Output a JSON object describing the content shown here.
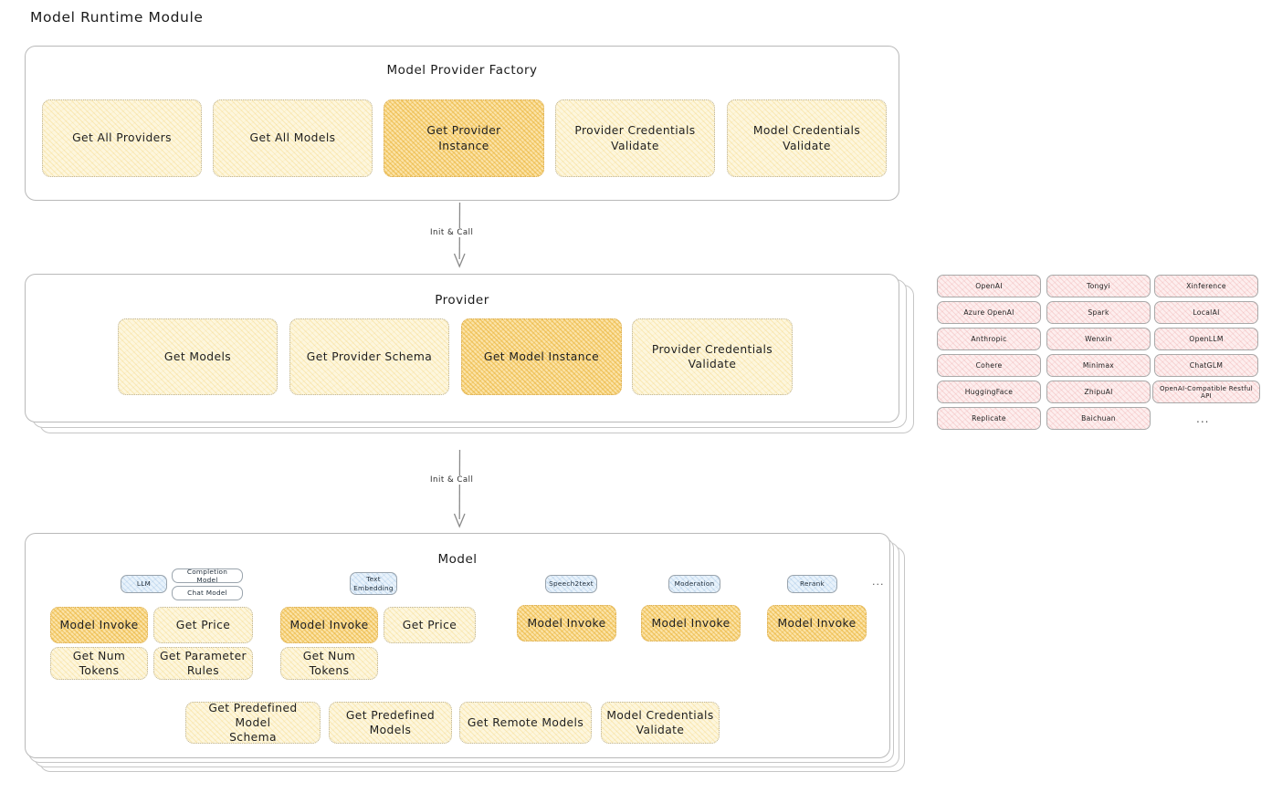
{
  "page": {
    "title": "Model Runtime Module"
  },
  "factory": {
    "title": "Model Provider Factory",
    "boxes": [
      {
        "label": "Get All Providers",
        "highlight": false
      },
      {
        "label": "Get All Models",
        "highlight": false
      },
      {
        "label": "Get Provider\nInstance",
        "highlight": true
      },
      {
        "label": "Provider Credentials\nValidate",
        "highlight": false
      },
      {
        "label": "Model Credentials\nValidate",
        "highlight": false
      }
    ]
  },
  "arrow1": {
    "label": "Init & Call"
  },
  "provider": {
    "title": "Provider",
    "boxes": [
      {
        "label": "Get Models",
        "highlight": false
      },
      {
        "label": "Get Provider Schema",
        "highlight": false
      },
      {
        "label": "Get Model Instance",
        "highlight": true
      },
      {
        "label": "Provider Credentials\nValidate",
        "highlight": false
      }
    ]
  },
  "provider_list": {
    "columns": [
      {
        "items": [
          "OpenAI",
          "Azure OpenAI",
          "Anthropic",
          "Cohere",
          "HuggingFace",
          "Replicate"
        ]
      },
      {
        "items": [
          "Tongyi",
          "Spark",
          "Wenxin",
          "Minimax",
          "ZhipuAI",
          "Baichuan"
        ]
      },
      {
        "items": [
          "Xinference",
          "LocalAI",
          "OpenLLM",
          "ChatGLM",
          "OpenAI-Compatible Restful API"
        ]
      }
    ],
    "more": "..."
  },
  "arrow2": {
    "label": "Init & Call"
  },
  "model": {
    "title": "Model",
    "more": "...",
    "types": [
      {
        "name": "LLM",
        "sub": [
          "Completion Model",
          "Chat Model"
        ],
        "ops": [
          {
            "label": "Model Invoke",
            "highlight": true
          },
          {
            "label": "Get Price",
            "highlight": false
          },
          {
            "label": "Get Num Tokens",
            "highlight": false
          },
          {
            "label": "Get Parameter\nRules",
            "highlight": false
          }
        ]
      },
      {
        "name": "Text\nEmbedding",
        "sub": [],
        "ops": [
          {
            "label": "Model Invoke",
            "highlight": true
          },
          {
            "label": "Get Price",
            "highlight": false
          },
          {
            "label": "Get Num Tokens",
            "highlight": false
          }
        ]
      },
      {
        "name": "Speech2text",
        "sub": [],
        "ops": [
          {
            "label": "Model Invoke",
            "highlight": true
          }
        ]
      },
      {
        "name": "Moderation",
        "sub": [],
        "ops": [
          {
            "label": "Model Invoke",
            "highlight": true
          }
        ]
      },
      {
        "name": "Rerank",
        "sub": [],
        "ops": [
          {
            "label": "Model Invoke",
            "highlight": true
          }
        ]
      }
    ],
    "common_ops": [
      "Get Predefined Model\nSchema",
      "Get Predefined\nModels",
      "Get Remote Models",
      "Model Credentials\nValidate"
    ]
  }
}
